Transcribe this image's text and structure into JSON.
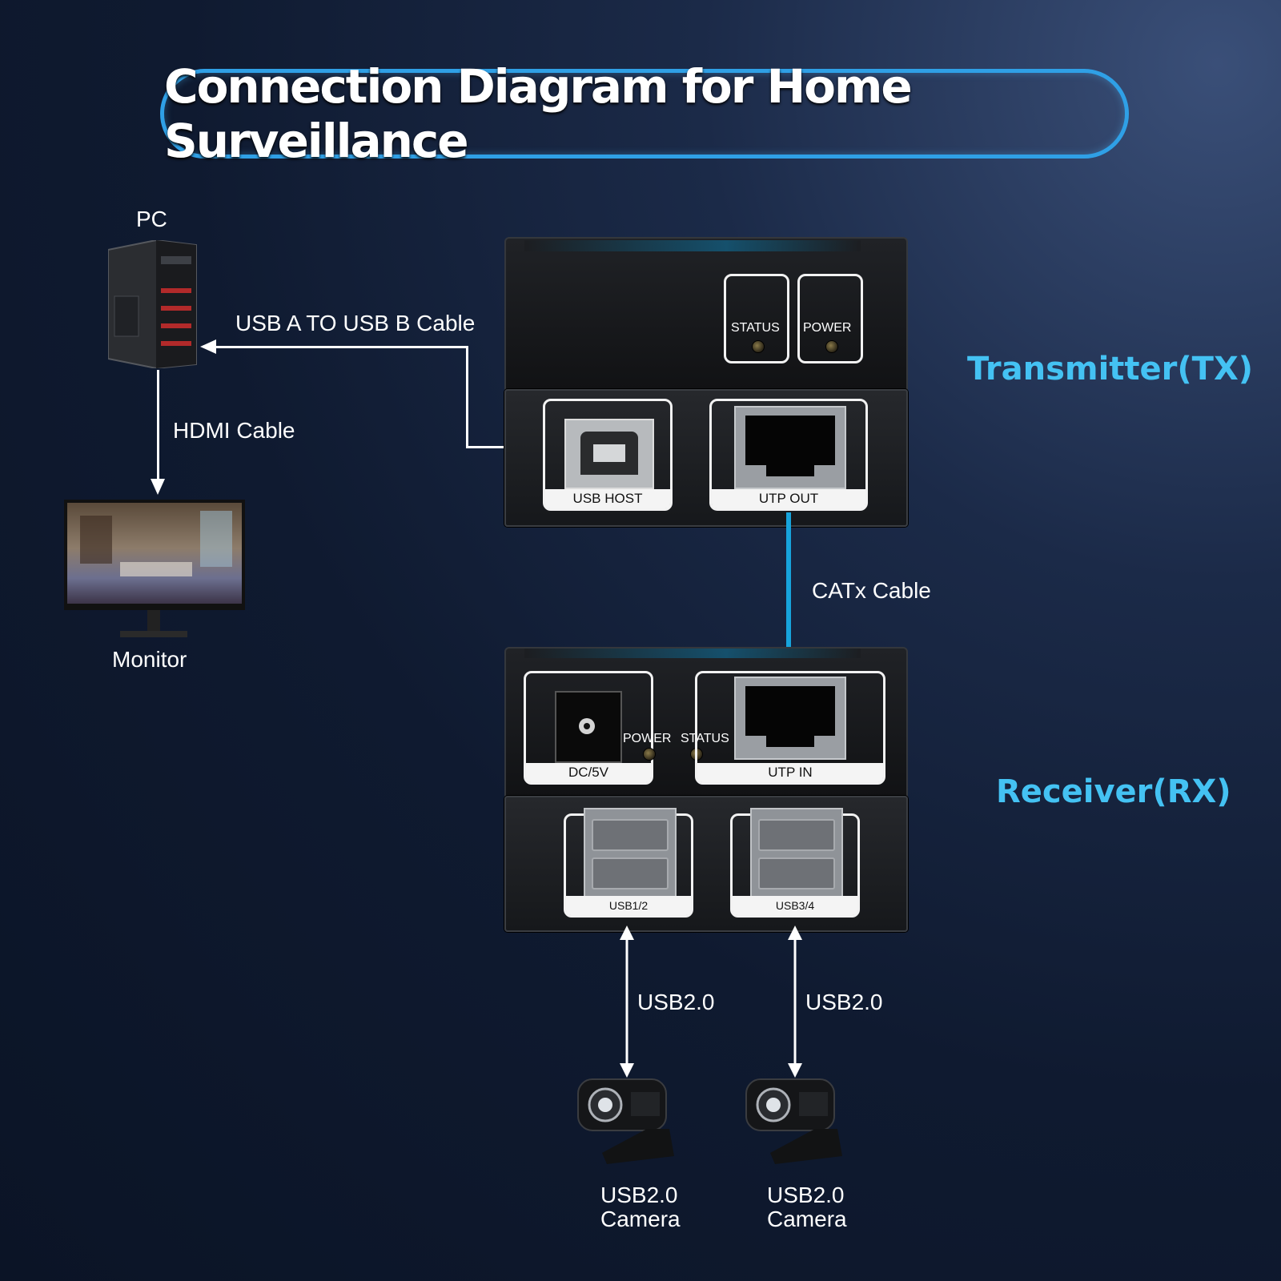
{
  "title": "Connection Diagram for Home Surveillance",
  "devices": {
    "pc": "PC",
    "monitor": "Monitor",
    "camera1": {
      "line1": "USB2.0",
      "line2": "Camera"
    },
    "camera2": {
      "line1": "USB2.0",
      "line2": "Camera"
    }
  },
  "cables": {
    "usb_ab": "USB A TO USB B Cable",
    "hdmi": "HDMI Cable",
    "catx": "CATx Cable",
    "usb2_left": "USB2.0",
    "usb2_right": "USB2.0"
  },
  "transmitter": {
    "side_label": "Transmitter(TX)",
    "led_status": "STATUS",
    "led_power": "POWER",
    "port_usb_host": "USB HOST",
    "port_utp_out": "UTP OUT"
  },
  "receiver": {
    "side_label": "Receiver(RX)",
    "led_power": "POWER",
    "led_status": "STATUS",
    "port_dc": "DC/5V",
    "port_utp_in": "UTP IN",
    "port_usb12": "USB1/2",
    "port_usb34": "USB3/4"
  },
  "colors": {
    "accent": "#44c2f3",
    "catx_line": "#17a4dc",
    "title_border": "#2fa0e6"
  }
}
